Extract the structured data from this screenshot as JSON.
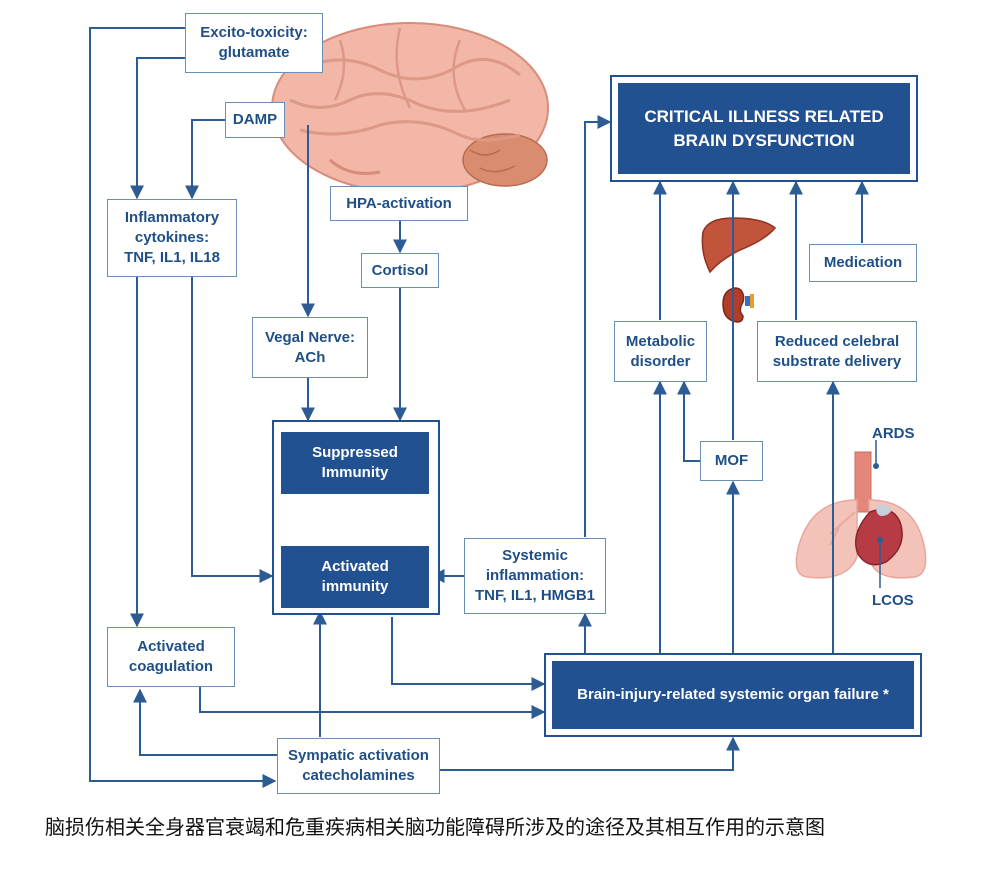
{
  "nodes": {
    "excito": [
      "Excito-toxicity:",
      "glutamate"
    ],
    "damp": [
      "DAMP"
    ],
    "cytokines": [
      "Inflammatory",
      "cytokines:",
      "TNF, IL1, IL18"
    ],
    "hpa": [
      "HPA-activation"
    ],
    "cortisol": [
      "Cortisol"
    ],
    "vagal": [
      "Vegal Nerve:",
      "ACh"
    ],
    "suppressed": [
      "Suppressed",
      "Immunity"
    ],
    "activated": [
      "Activated",
      "immunity"
    ],
    "systemic": [
      "Systemic",
      "inflammation:",
      "TNF, IL1, HMGB1"
    ],
    "coag": [
      "Activated",
      "coagulation"
    ],
    "sympatic": [
      "Sympatic activation",
      "catecholamines"
    ],
    "critical": [
      "CRITICAL ILLNESS RELATED",
      "BRAIN DYSFUNCTION"
    ],
    "metabolic": [
      "Metabolic",
      "disorder"
    ],
    "reduced": [
      "Reduced celebral",
      "substrate delivery"
    ],
    "medication": [
      "Medication"
    ],
    "mof": [
      "MOF"
    ],
    "organfail": [
      "Brain-injury-related systemic organ failure *"
    ]
  },
  "organ_labels": {
    "ards": "ARDS",
    "lcos": "LCOS"
  },
  "colors": {
    "accent": "#225192",
    "line": "#2d5b94",
    "box_border": "#6a8fb5"
  },
  "caption": "脑损伤相关全身器官衰竭和危重疾病相关脑功能障碍所涉及的途径及其相互作用的示意图"
}
